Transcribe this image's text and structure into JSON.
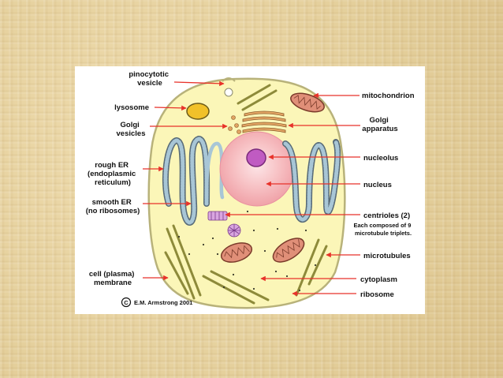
{
  "labels": {
    "pinocytotic_vesicle": [
      "pinocytotic",
      "vesicle"
    ],
    "lysosome": "lysosome",
    "golgi_vesicles": [
      "Golgi",
      "vesicles"
    ],
    "rough_er": [
      "rough ER",
      "(endoplasmic",
      "reticulum)"
    ],
    "smooth_er": [
      "smooth ER",
      "(no ribosomes)"
    ],
    "cell_membrane": [
      "cell (plasma)",
      "membrane"
    ],
    "mitochondrion": "mitochondrion",
    "golgi_apparatus": [
      "Golgi",
      "apparatus"
    ],
    "nucleolus": "nucleolus",
    "nucleus": "nucleus",
    "centrioles": "centrioles (2)",
    "centrioles_note": [
      "Each composed of 9",
      "microtubule triplets."
    ],
    "microtubules": "microtubules",
    "cytoplasm": "cytoplasm",
    "ribosome": "ribosome"
  },
  "copyright": "E.M. Armstrong 2001",
  "colors": {
    "arrow": "#e8322a",
    "cytoplasm": "#fbf6b8",
    "nucleus": "#f5b3b7",
    "nucleolus": "#c05bc2",
    "er": "#a8c6d6",
    "golgi": "#e2a463",
    "mitochondrion": "#e08f78",
    "lysosome": "#f1c12a",
    "microtubule": "#8d8a3a"
  }
}
